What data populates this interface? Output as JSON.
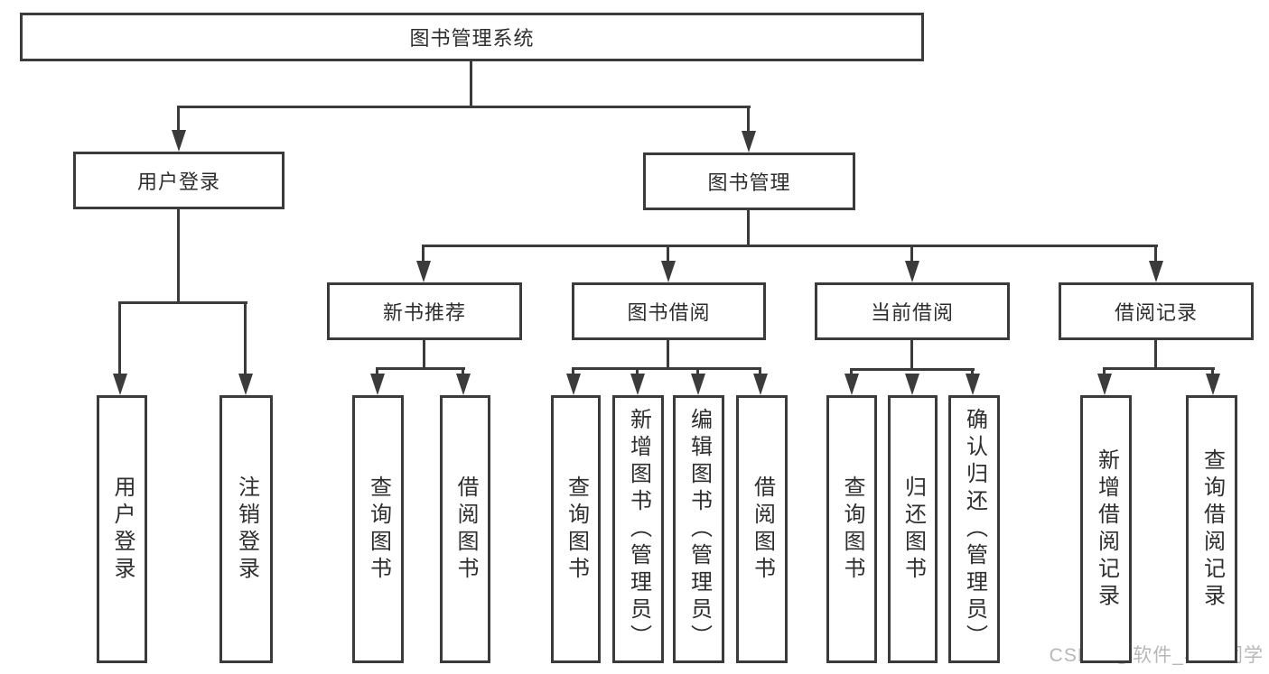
{
  "diagram": {
    "title": "图书管理系统",
    "watermark": "CSDN @软件_小贺同学",
    "colors": {
      "line": "#3b3b3b",
      "text": "#2e2e2e",
      "background": "#ffffff",
      "watermark": "#b7b7b7"
    },
    "nodes": {
      "root": {
        "label": "图书管理系统",
        "parent": null
      },
      "user_login": {
        "label": "用户登录",
        "parent": "root"
      },
      "book_management": {
        "label": "图书管理",
        "parent": "root"
      },
      "new_book_recommend": {
        "label": "新书推荐",
        "parent": "book_management"
      },
      "book_borrowing": {
        "label": "图书借阅",
        "parent": "book_management"
      },
      "current_borrowing": {
        "label": "当前借阅",
        "parent": "book_management"
      },
      "borrowing_records": {
        "label": "借阅记录",
        "parent": "book_management"
      },
      "user_login_leaf": {
        "label": "用户登录",
        "parent": "user_login"
      },
      "logout": {
        "label": "注销登录",
        "parent": "user_login"
      },
      "query_books_recommend": {
        "label": "查询图书",
        "parent": "new_book_recommend"
      },
      "borrow_books_recommend": {
        "label": "借阅图书",
        "parent": "new_book_recommend"
      },
      "query_books_borrowing": {
        "label": "查询图书",
        "parent": "book_borrowing"
      },
      "add_books_admin": {
        "label": "新增图书（管理员）",
        "parent": "book_borrowing"
      },
      "edit_books_admin": {
        "label": "编辑图书（管理员）",
        "parent": "book_borrowing"
      },
      "borrow_books_borrowing": {
        "label": "借阅图书",
        "parent": "book_borrowing"
      },
      "query_books_current": {
        "label": "查询图书",
        "parent": "current_borrowing"
      },
      "return_books": {
        "label": "归还图书",
        "parent": "current_borrowing"
      },
      "confirm_return_admin": {
        "label": "确认归还（管理员）",
        "parent": "current_borrowing"
      },
      "add_borrow_record": {
        "label": "新增借阅记录",
        "parent": "borrowing_records"
      },
      "query_borrow_record": {
        "label": "查询借阅记录",
        "parent": "borrowing_records"
      }
    }
  }
}
